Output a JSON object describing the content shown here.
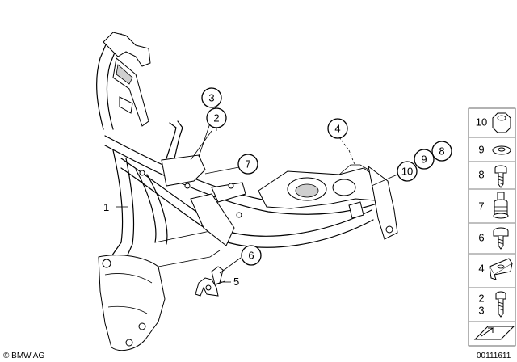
{
  "callouts": [
    {
      "id": "c3",
      "label": "3"
    },
    {
      "id": "c2",
      "label": "2"
    },
    {
      "id": "c4",
      "label": "4"
    },
    {
      "id": "c7",
      "label": "7"
    },
    {
      "id": "c10",
      "label": "10"
    },
    {
      "id": "c9",
      "label": "9"
    },
    {
      "id": "c8",
      "label": "8"
    },
    {
      "id": "c6",
      "label": "6"
    }
  ],
  "plain_labels": [
    {
      "id": "l1",
      "label": "1"
    },
    {
      "id": "l5",
      "label": "5"
    }
  ],
  "legend": [
    {
      "label": "10",
      "icon": "nut-icon"
    },
    {
      "label": "9",
      "icon": "washer-icon"
    },
    {
      "label": "8",
      "icon": "screw-icon"
    },
    {
      "label": "7",
      "icon": "rubber-mount-icon"
    },
    {
      "label": "6",
      "icon": "collar-screw-icon"
    },
    {
      "label": "4",
      "icon": "clip-nut-icon"
    },
    {
      "label": "2",
      "icon": "bolt-icon"
    },
    {
      "label": "3",
      "icon": ""
    }
  ],
  "footer": {
    "copyright": "© BMW AG",
    "diagram_number": "00111611"
  }
}
